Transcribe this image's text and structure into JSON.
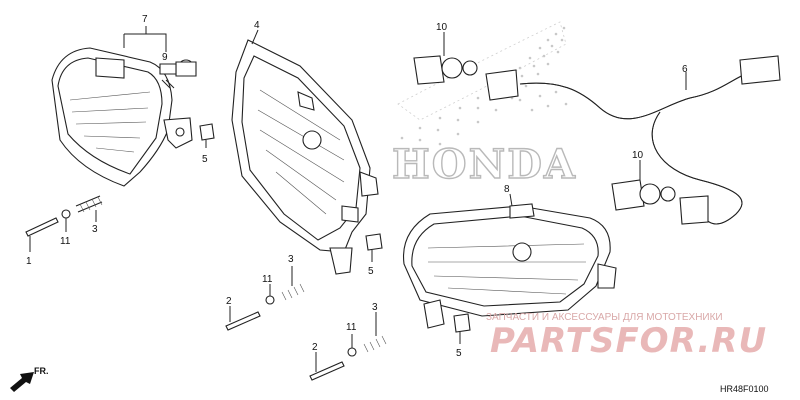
{
  "callouts": {
    "n1": "1",
    "n2a": "2",
    "n2b": "2",
    "n3a": "3",
    "n3b": "3",
    "n3c": "3",
    "n4": "4",
    "n5a": "5",
    "n5b": "5",
    "n5c": "5",
    "n6": "6",
    "n7": "7",
    "n8": "8",
    "n9": "9",
    "n10a": "10",
    "n10b": "10",
    "n11a": "11",
    "n11b": "11",
    "n11c": "11"
  },
  "brand_text": "HONDA",
  "watermark": {
    "caption": "ЗАПЧАСТИ И АКСЕССУАРЫ ДЛЯ МОТОТЕХНИКИ",
    "site": "PARTSFOR.RU",
    "color": "#e9b8b8"
  },
  "direction_label": "FR.",
  "diagram_code": "HR48F0100"
}
